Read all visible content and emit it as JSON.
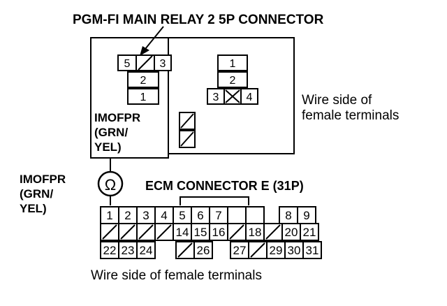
{
  "title": "PGM-FI MAIN RELAY 2 5P CONNECTOR",
  "relay_connector": {
    "top_row": [
      "5",
      "",
      "3"
    ],
    "middle": "2",
    "bottom": "1",
    "wire_label_lines": [
      "IMOFPR",
      "(GRN/",
      "YEL)"
    ]
  },
  "relay_mirror": {
    "top": "1",
    "middle": "2",
    "bottom_row": [
      "3",
      "",
      "4"
    ]
  },
  "wire_side_right_lines": [
    "Wire side of",
    "female terminals"
  ],
  "left_label_lines": [
    "IMOFPR",
    "(GRN/",
    "YEL)"
  ],
  "ohm_symbol": "Ω",
  "ecm_title": "ECM CONNECTOR E (31P)",
  "ecm_rows": {
    "row1": [
      "1",
      "2",
      "3",
      "4",
      "5",
      "6",
      "7",
      "",
      "8",
      "9"
    ],
    "row2": [
      "",
      "",
      "",
      "",
      "14",
      "15",
      "16",
      "",
      "18",
      "",
      "20",
      "21"
    ],
    "row3": [
      "22",
      "23",
      "24",
      "",
      "26",
      "27",
      "",
      "29",
      "30",
      "31"
    ]
  },
  "bottom_caption": "Wire side of female terminals"
}
